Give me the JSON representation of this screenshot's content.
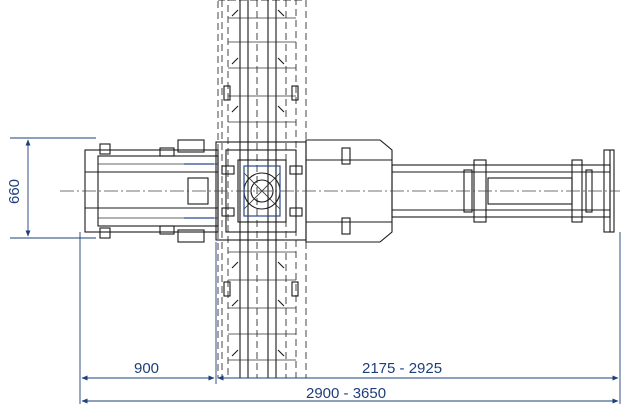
{
  "dimensions": {
    "height_left": "660",
    "left_segment": "900",
    "right_segment": "2175 - 2925",
    "overall": "2900 - 3650"
  },
  "colors": {
    "linework": "#1a1a1a",
    "dimension": "#1e3f7a"
  }
}
